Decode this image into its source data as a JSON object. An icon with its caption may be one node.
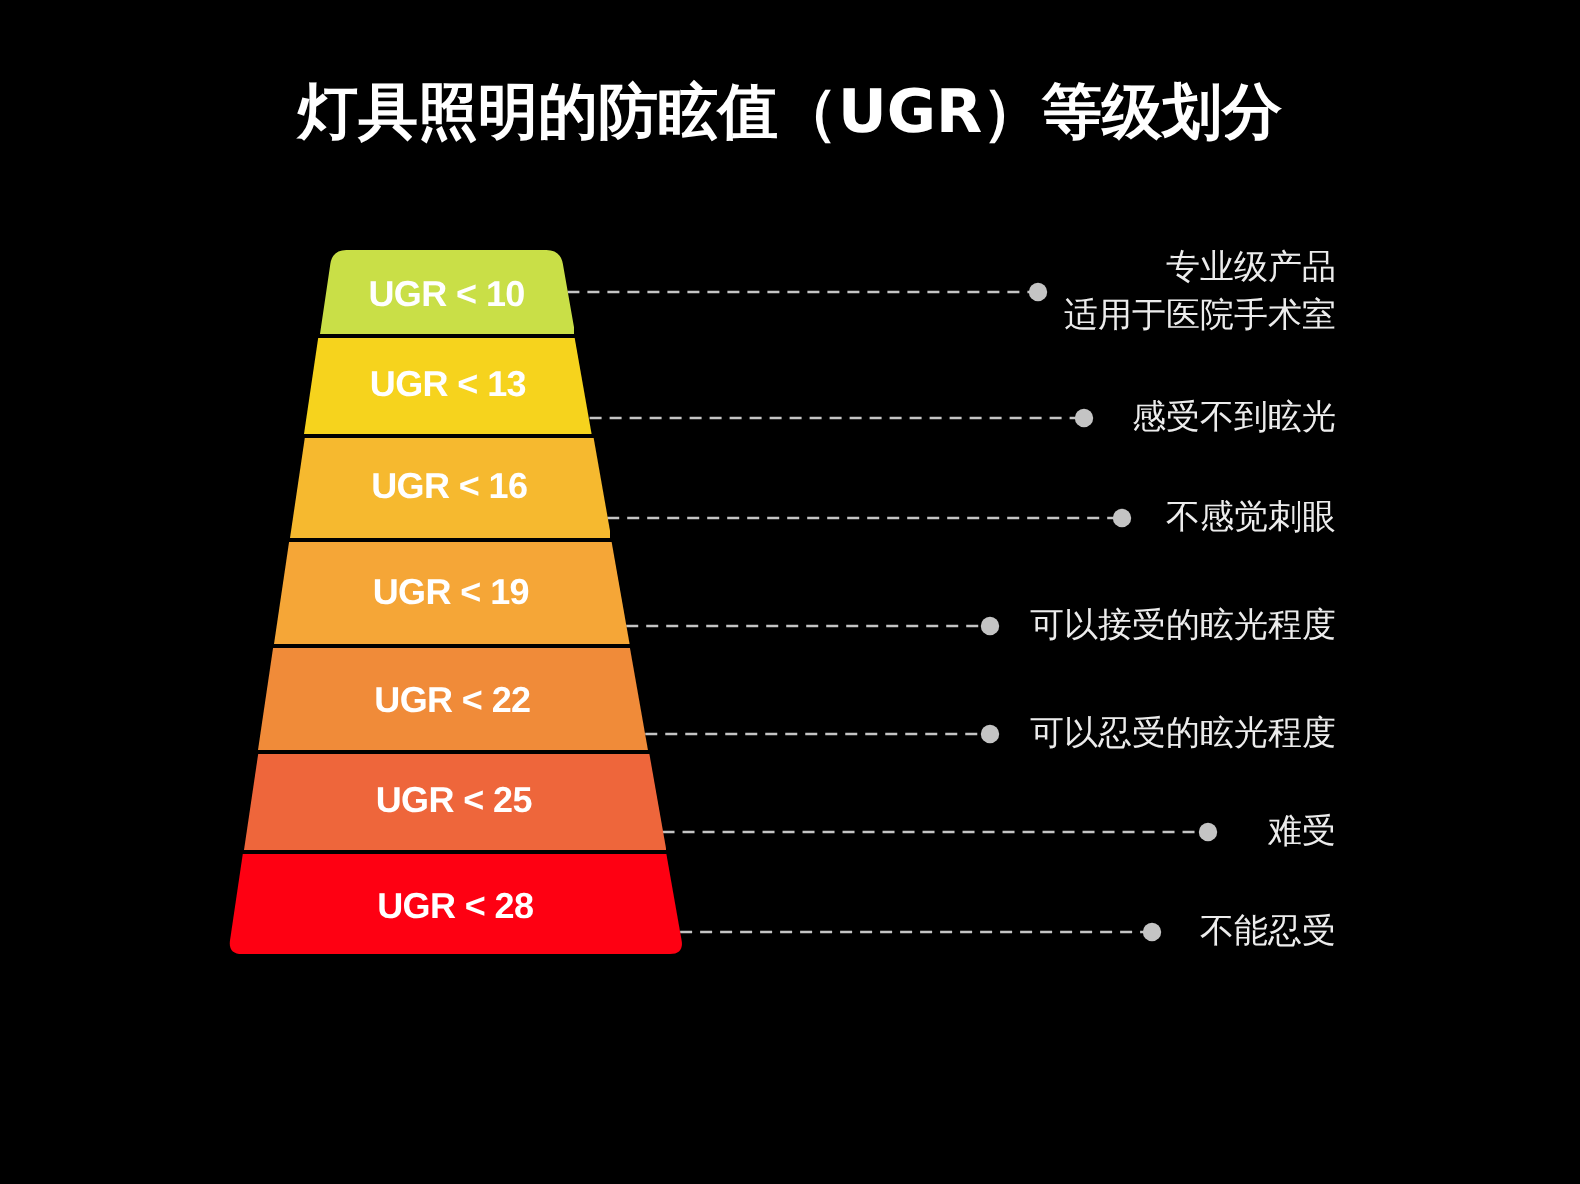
{
  "diagram": {
    "title": "灯具照明的防眩值（UGR）等级划分",
    "nodes": [
      {
        "text": [
          "UGR < 10"
        ]
      },
      {
        "text": [
          "UGR < 13"
        ]
      },
      {
        "text": [
          "UGR < 16"
        ]
      },
      {
        "text": [
          "UGR < 19"
        ]
      },
      {
        "text": [
          "UGR < 22"
        ]
      },
      {
        "text": [
          "UGR < 25"
        ]
      },
      {
        "text": [
          "UGR < 28"
        ]
      },
      {
        "text": [
          "专业级产品",
          "适用于医院手术室"
        ]
      },
      {
        "text": [
          "感受不到眩光"
        ]
      },
      {
        "text": [
          "不感觉刺眼"
        ]
      },
      {
        "text": [
          "可以接受的眩光程度"
        ]
      },
      {
        "text": [
          "可以忍受的眩光程度"
        ]
      },
      {
        "text": [
          "难受"
        ]
      },
      {
        "text": [
          "不能忍受"
        ]
      }
    ],
    "edges": [
      {
        "from": 0,
        "to": 7,
        "arrow": "other",
        "style": "dashed"
      },
      {
        "from": 1,
        "to": 8,
        "arrow": "other",
        "style": "dashed"
      },
      {
        "from": 2,
        "to": 9,
        "arrow": "other",
        "style": "dashed"
      },
      {
        "from": 3,
        "to": 10,
        "arrow": "other",
        "style": "dashed"
      },
      {
        "from": 4,
        "to": 11,
        "arrow": "other",
        "style": "dashed"
      },
      {
        "from": 5,
        "to": 12,
        "arrow": "other",
        "style": "dashed"
      },
      {
        "from": 6,
        "to": 13,
        "arrow": "other",
        "style": "dashed"
      }
    ]
  }
}
